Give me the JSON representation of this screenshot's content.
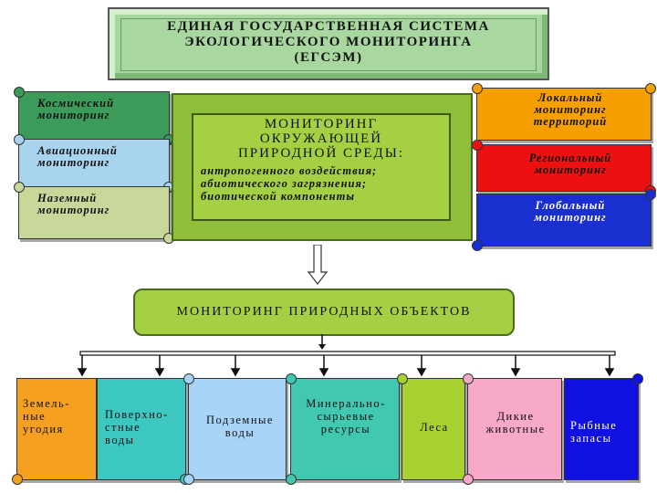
{
  "title": {
    "lines": [
      "ЕДИНАЯ ГОСУДАРСТВЕННАЯ СИСТЕМА",
      "ЭКОЛОГИЧЕСКОГО МОНИТОРИНГА",
      "(ЕГСЭМ)"
    ]
  },
  "center": {
    "heading_lines": [
      "МОНИТОРИНГ",
      "ОКРУЖАЮЩЕЙ",
      "ПРИРОДНОЙ СРЕДЫ:"
    ],
    "sub_lines": [
      "антропогенного воздействия;",
      "абиотического загрязнения;",
      "биотической компоненты"
    ]
  },
  "left": [
    {
      "line1": "Космический",
      "line2": "мониторинг",
      "color": "#3c9a5a"
    },
    {
      "line1": "Авиационный",
      "line2": "мониторинг",
      "color": "#a8d4f0"
    },
    {
      "line1": "Наземный",
      "line2": "мониторинг",
      "color": "#c8d79a"
    }
  ],
  "right": [
    {
      "line1": "Локальный",
      "line2": "мониторинг",
      "line3": "территорий",
      "color": "#f5a000"
    },
    {
      "line1": "Региональный",
      "line2": "мониторинг",
      "line3": "",
      "color": "#ee1010"
    },
    {
      "line1": "Глобальный",
      "line2": "мониторинг",
      "line3": "",
      "color": "#1a2fd0"
    }
  ],
  "objects": {
    "label": "МОНИТОРИНГ ПРИРОДНЫХ ОБЪЕКТОВ"
  },
  "bottom": [
    {
      "line1": "Земель-",
      "line2": "ные",
      "line3": "угодия",
      "color": "#f5a020"
    },
    {
      "line1": "Поверхно-",
      "line2": "стные",
      "line3": "воды",
      "color": "#3cc8c0"
    },
    {
      "line1": "Подземные",
      "line2": "воды",
      "line3": "",
      "color": "#a8d4f8"
    },
    {
      "line1": "Минерально-",
      "line2": "сырьевые",
      "line3": "ресурсы",
      "color": "#40c8b0"
    },
    {
      "line1": "Леса",
      "line2": "",
      "line3": "",
      "color": "#a8d030"
    },
    {
      "line1": "Дикие",
      "line2": "животные",
      "line3": "",
      "color": "#f8a8c8"
    },
    {
      "line1": "Рыбные",
      "line2": "запасы",
      "line3": "",
      "color": "#1010e0"
    }
  ]
}
